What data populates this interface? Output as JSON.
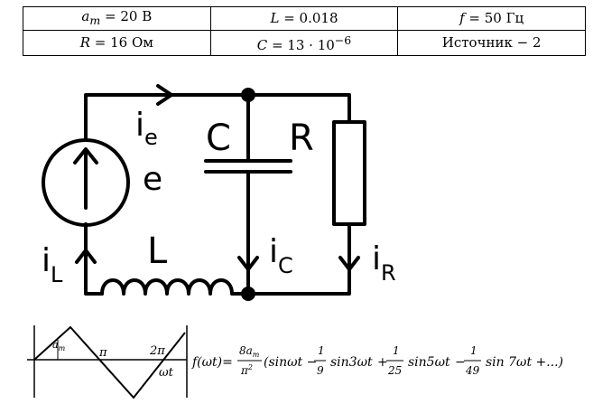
{
  "table": {
    "rows": [
      [
        "a_m = 20 В",
        "L = 0.018",
        "f = 50 Гц"
      ],
      [
        "R = 16 Ом",
        "C = 13 · 10^−6",
        "Источник − 2"
      ]
    ],
    "cells": {
      "r0c0": {
        "sym": "a",
        "sub": "m",
        "rest": " = 20 В"
      },
      "r0c1": {
        "sym": "L",
        "rest": " = 0.018"
      },
      "r0c2": {
        "sym": "f",
        "rest": " = 50 Гц"
      },
      "r1c0": {
        "sym": "R",
        "rest": " = 16 Ом"
      },
      "r1c1": {
        "sym": "C",
        "rest": " = 13 · 10",
        "sup": "−6"
      },
      "r1c2": {
        "text": "Источник − 2"
      }
    }
  },
  "circuit": {
    "source_current_label": {
      "main": "i",
      "sub": "e"
    },
    "source_emf_label": "e",
    "capacitor_label": "C",
    "resistor_label": "R",
    "inductor_label": "L",
    "inductor_current_label": {
      "main": "i",
      "sub": "L"
    },
    "capacitor_current_label": {
      "main": "i",
      "sub": "C"
    },
    "resistor_current_label": {
      "main": "i",
      "sub": "R"
    }
  },
  "waveform": {
    "amplitude_label": {
      "main": "a",
      "sub": "m"
    },
    "pi_label": "π",
    "two_pi_label": "2π",
    "axis_label": "ωt",
    "formula_lhs": "f(ωt)=",
    "coef_num": {
      "main": "8a",
      "sub": "m"
    },
    "coef_den": {
      "main": "π",
      "sup": "2"
    },
    "series": "(sinωt − ",
    "terms": [
      {
        "sign": "",
        "num": "1",
        "den": "9",
        "fn": "sin3ωt"
      },
      {
        "sign": "+",
        "num": "1",
        "den": "25",
        "fn": "sin5ωt"
      },
      {
        "sign": "−",
        "num": "1",
        "den": "49",
        "fn": "sin 7ωt +...)"
      }
    ]
  },
  "colors": {
    "line": "#000000",
    "background": "#ffffff"
  }
}
